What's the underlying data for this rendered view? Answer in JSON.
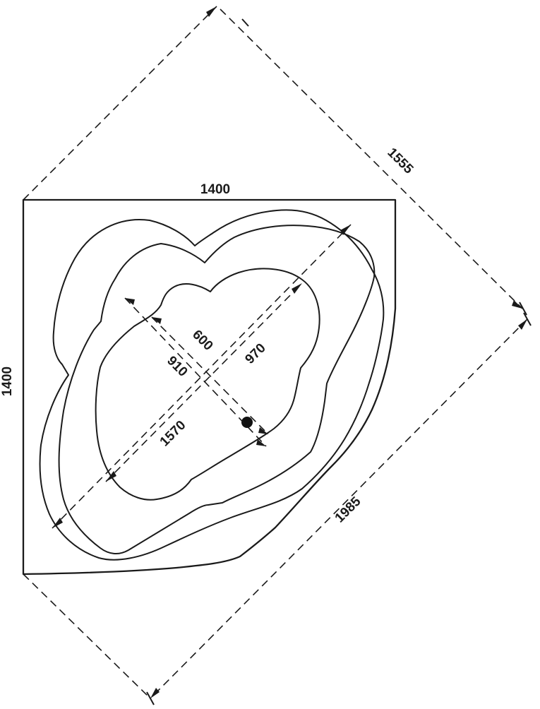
{
  "diagram": {
    "title": "corner-bathtub-plan-top-view",
    "dim_top_width": "1400",
    "dim_left_depth": "1400",
    "dim_front_width": "1555",
    "dim_front_curve": "1985",
    "dim_long_diagonal": "1570",
    "dim_upper_diagonal": "970",
    "dim_cross_short": "600",
    "dim_cross_long": "910",
    "line_color": "#1a1a1a",
    "background_color": "#ffffff"
  }
}
